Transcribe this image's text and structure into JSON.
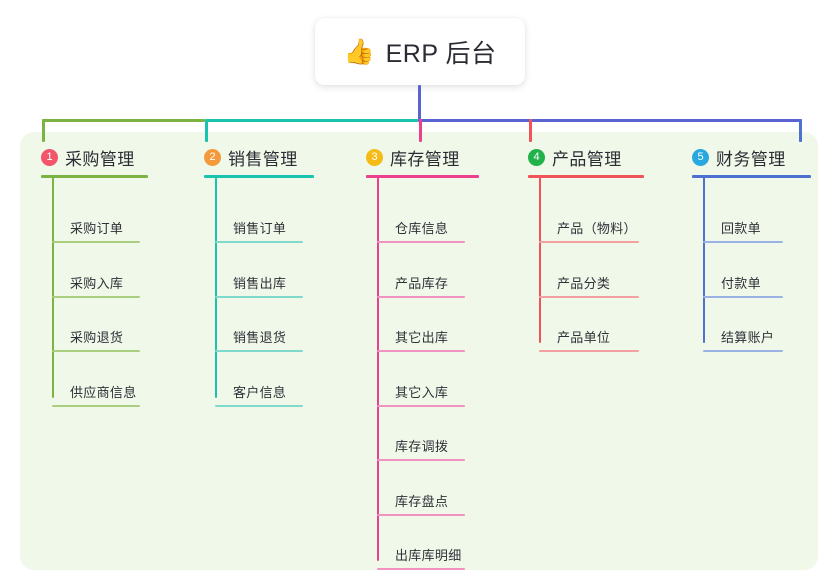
{
  "diagram": {
    "root": {
      "icon": "thumbs-up-icon",
      "emoji": "👍",
      "title": "ERP 后台"
    },
    "panel_color": "#eff8e9",
    "trunk_color": "#5b63d3",
    "bus_segments": [
      {
        "name": "bus-green",
        "color": "#7cb342"
      },
      {
        "name": "bus-teal",
        "color": "#19c3ae"
      },
      {
        "name": "bus-indigo",
        "color": "#5b63d3"
      }
    ],
    "columns": [
      {
        "index": "1",
        "badge_label": "1",
        "badge_color": "#f3566b",
        "line_color": "#7cb342",
        "leaf_line_color": "#a9cf7e",
        "drop_color": "#7cb342",
        "title": "采购管理",
        "items": [
          "采购订单",
          "采购入库",
          "采购退货",
          "供应商信息"
        ]
      },
      {
        "index": "2",
        "badge_label": "2",
        "badge_color": "#f59a3c",
        "line_color": "#19c3ae",
        "leaf_line_color": "#7fd9cd",
        "drop_color": "#19c3ae",
        "title": "销售管理",
        "items": [
          "销售订单",
          "销售出库",
          "销售退货",
          "客户信息"
        ]
      },
      {
        "index": "3",
        "badge_label": "3",
        "badge_color": "#f5bc18",
        "line_color": "#ec3f8e",
        "leaf_line_color": "#f192c0",
        "drop_color": "#ec3f8e",
        "title": "库存管理",
        "items": [
          "仓库信息",
          "产品库存",
          "其它出库",
          "其它入库",
          "库存调拨",
          "库存盘点",
          "出库库明细"
        ]
      },
      {
        "index": "4",
        "badge_label": "4",
        "badge_color": "#22b24c",
        "line_color": "#f0545a",
        "leaf_line_color": "#f4a0a0",
        "drop_color": "#f0545a",
        "title": "产品管理",
        "items": [
          "产品（物料）",
          "产品分类",
          "产品单位"
        ]
      },
      {
        "index": "5",
        "badge_label": "5",
        "badge_color": "#29a8e0",
        "line_color": "#4d71d0",
        "leaf_line_color": "#9bb2e4",
        "drop_color": "#4d71d0",
        "title": "财务管理",
        "items": [
          "回款单",
          "付款单",
          "结算账户"
        ]
      }
    ]
  }
}
